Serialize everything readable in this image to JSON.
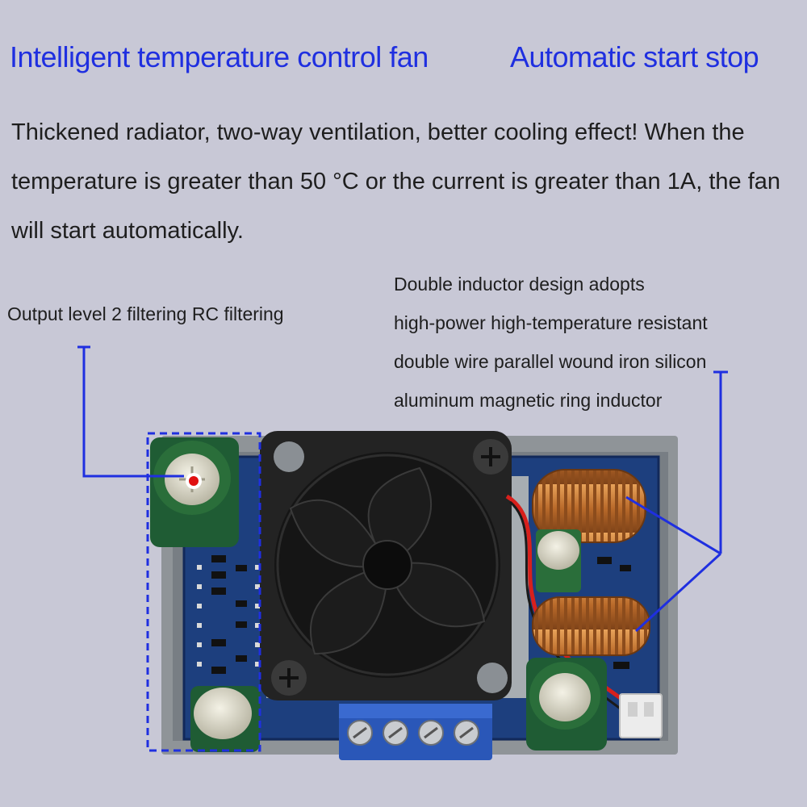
{
  "headings": {
    "left": "Intelligent temperature control fan",
    "right": "Automatic start stop"
  },
  "paragraph": "Thickened radiator, two-way ventilation, better cooling effect! When the temperature is greater than 50 °C or the current is greater than 1A, the fan will start automatically.",
  "callouts": {
    "left": "Output level 2 filtering RC filtering",
    "right_lines": [
      "Double inductor design adopts",
      "high-power high-temperature resistant",
      "double wire parallel wound iron silicon",
      "aluminum magnetic ring inductor"
    ]
  },
  "colors": {
    "accent": "#1f2fe0",
    "text": "#1e1e1e",
    "background": "#c8c8d6",
    "marker": "#e01010"
  }
}
